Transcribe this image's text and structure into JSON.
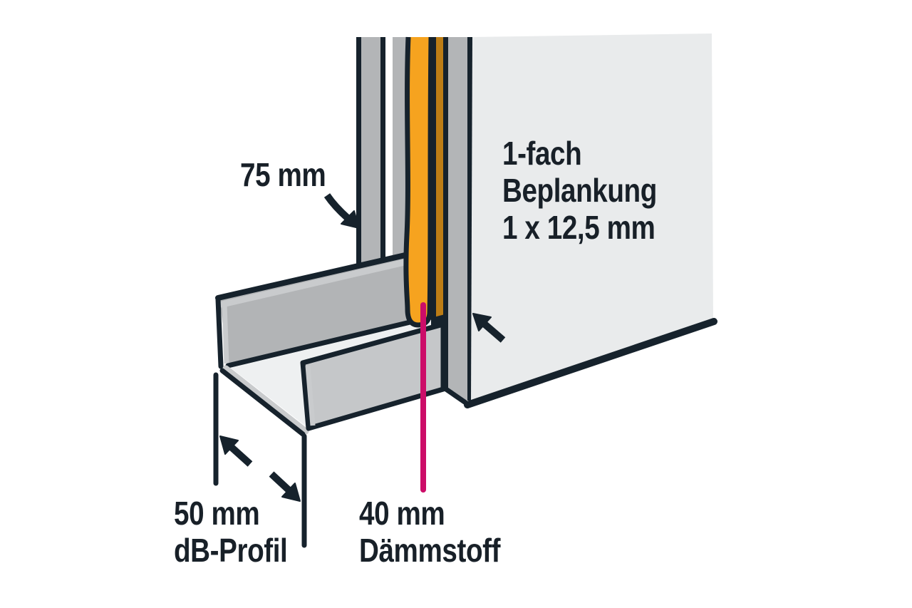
{
  "colors": {
    "background": "#ffffff",
    "ink": "#16222c",
    "gray": "#b3b5b7",
    "gray_light": "#c9cbcd",
    "panel_face": "#e9ebec",
    "web": "#eef0f1",
    "flange_front": "#c5c7c9",
    "flange_back": "#b2b4b6",
    "insulation_orange": "#f6a31f",
    "insulation_amber": "#bd7d15",
    "leader_magenta": "#cc0d68",
    "label_text": "#182028"
  },
  "labels": {
    "stud_width": {
      "line1": "75 mm"
    },
    "planking": {
      "line1": "1-fach",
      "line2": "Beplankung",
      "line3": "1 x 12,5 mm"
    },
    "profile": {
      "line1": "50 mm",
      "line2": "dB-Profil"
    },
    "insulation": {
      "line1": "40 mm",
      "line2": "Dämmstoff"
    }
  }
}
